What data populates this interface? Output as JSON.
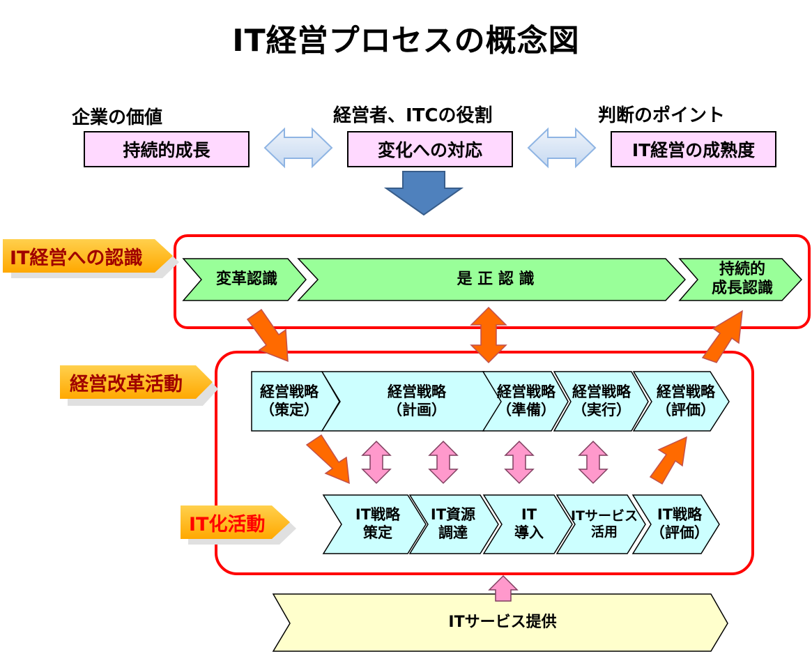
{
  "title": "IT経営プロセスの概念図",
  "top": {
    "value": {
      "heading": "企業の価値",
      "box": "持続的成長"
    },
    "role": {
      "heading": "経営者、ITCの役割",
      "box": "変化への対応"
    },
    "point": {
      "heading": "判断のポイント",
      "box": "IT経営の成熟度"
    }
  },
  "tags": {
    "recognition": "IT経営への認識",
    "reform": "経営改革活動",
    "it": "IT化活動"
  },
  "recognition_steps": [
    "変革認識",
    "是 正 認 識",
    "持続的\n成長認識"
  ],
  "management_steps": [
    "経営戦略\n（策定）",
    "経営戦略\n（計画）",
    "経営戦略\n（準備）",
    "経営戦略\n（実行）",
    "経営戦略\n（評価）"
  ],
  "it_steps": [
    "IT戦略\n策定",
    "IT資源\n調達",
    "IT\n導入",
    "ITサービス\n活用",
    "IT戦略\n（評価）"
  ],
  "service": "ITサービス提供",
  "colors": {
    "recognition_fill": "#99ff99",
    "management_fill": "#ccffff",
    "service_fill": "#ffffcc",
    "pink_box": "#ffd9ff",
    "frame_red": "#ff0000",
    "tag_fill": "#ffb300",
    "tag_text_dark": "#a00000",
    "tag_text_red": "#ff0000",
    "orange_arrow": "#ff6a00",
    "pink_arrow": "#ff99cc",
    "blue_arrow": "#4f81bd",
    "light_blue_arrow": "#dce6f2"
  }
}
